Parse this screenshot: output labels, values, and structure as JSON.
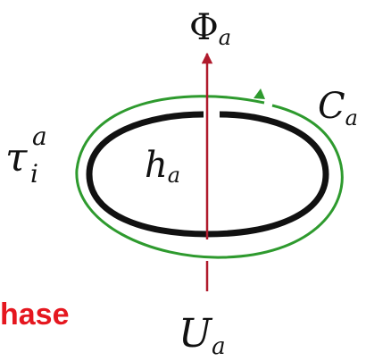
{
  "labels": {
    "phi_base": "Φ",
    "phi_sub": "a",
    "c_base": "C",
    "c_sub": "a",
    "tau_base": "τ",
    "tau_sup": "a",
    "tau_sub": "i",
    "h_base": "h",
    "h_sub": "a",
    "u_base": "U",
    "u_sub": "a",
    "phase_fragment": "hase"
  },
  "colors": {
    "loop": "#111111",
    "orbit": "#2e9a2e",
    "flux_axis": "#b01a2c",
    "phase_text": "#e5171f"
  }
}
